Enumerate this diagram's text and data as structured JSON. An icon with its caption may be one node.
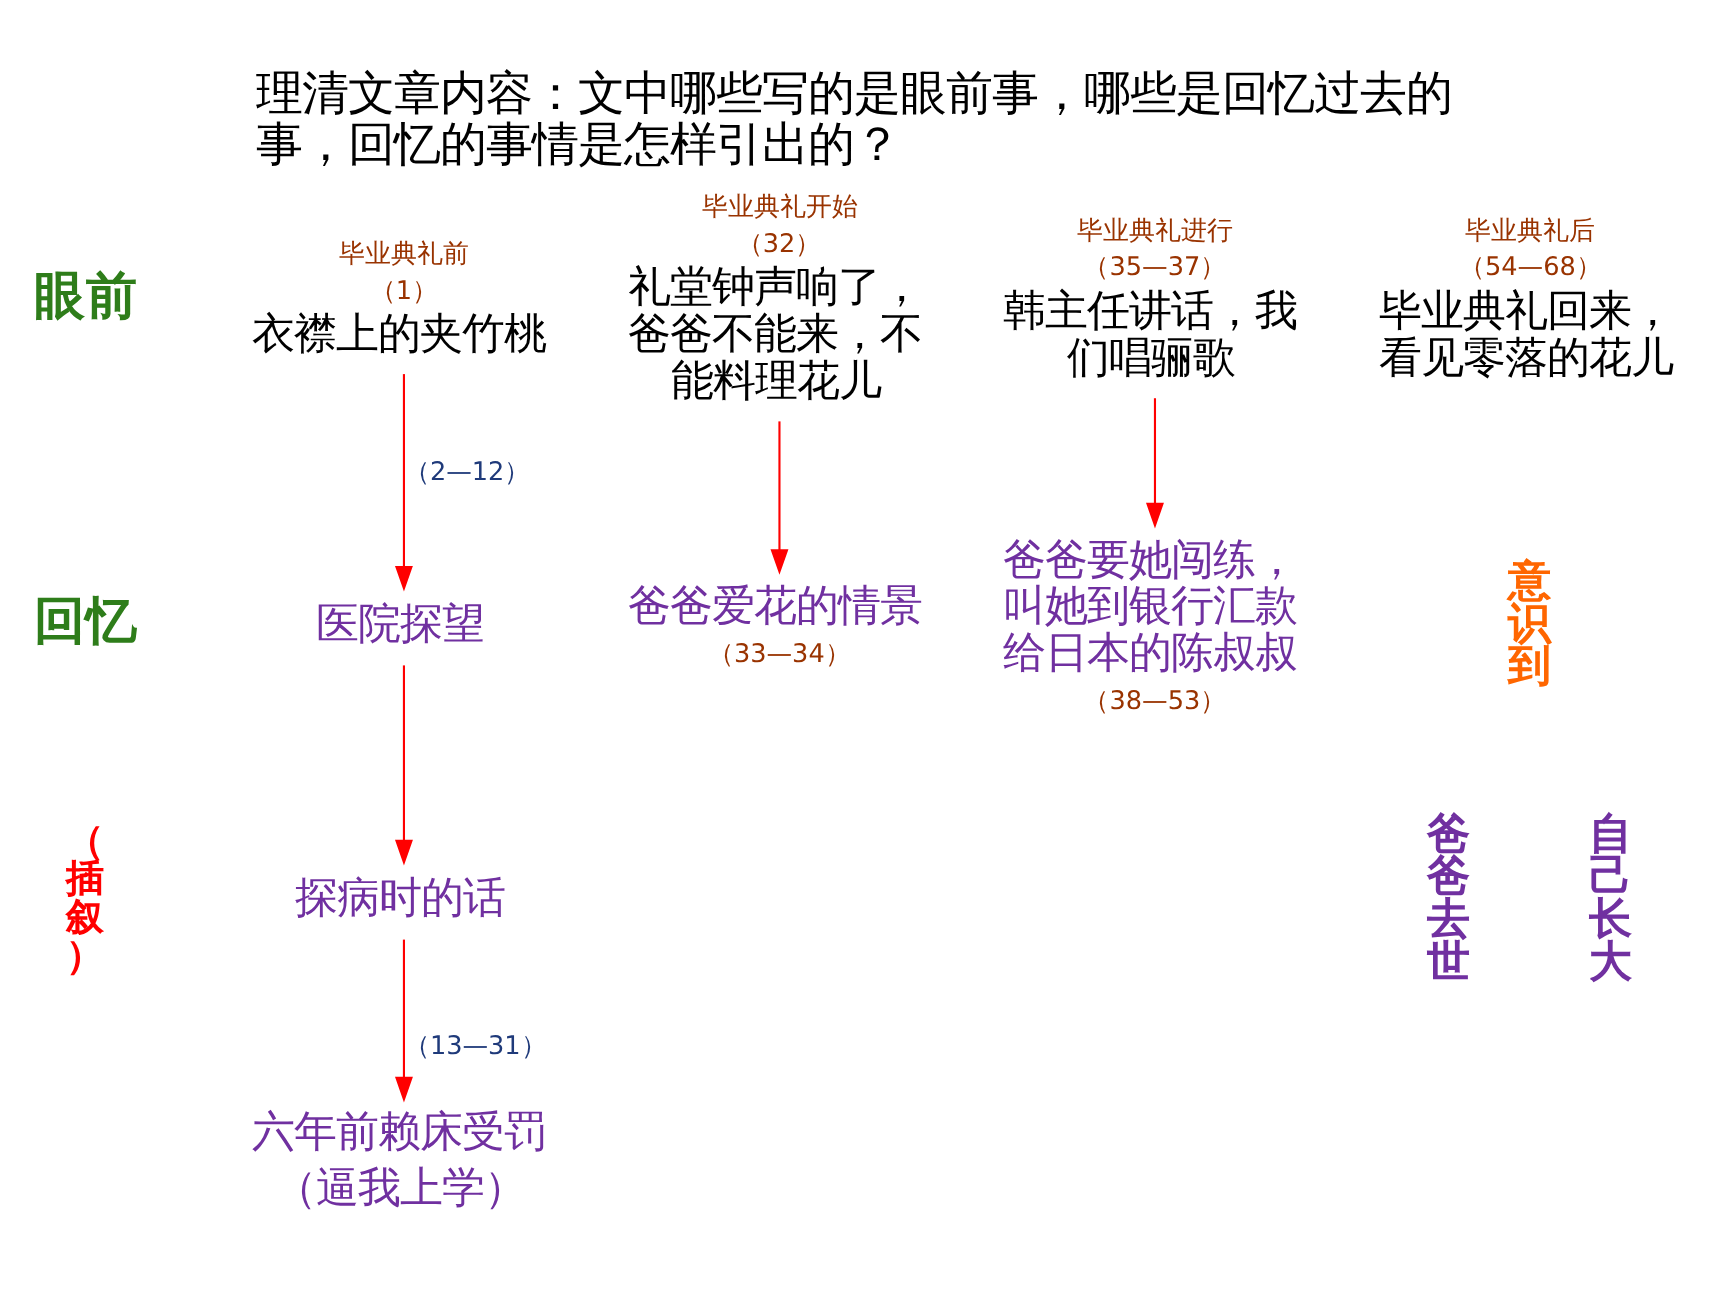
{
  "diagram": {
    "title": "理清文章内容：文中哪些写的是眼前事，哪些是回忆过去的事，回忆的事情是怎样引出的？",
    "nodes": [
      {
        "text": [
          "衣襟上的夹竹桃"
        ],
        "beside": [
          "毕业典礼前",
          "（1）"
        ]
      },
      {
        "text": [
          "礼堂钟声响了，爸爸不能来，不能料理花儿"
        ],
        "beside": [
          "毕业典礼开始",
          "（32）"
        ]
      },
      {
        "text": [
          "韩主任讲话，我们唱骊歌"
        ],
        "beside": [
          "毕业典礼进行",
          "（35—37）"
        ]
      },
      {
        "text": [
          "毕业典礼回来，看见零落的花儿"
        ],
        "beside": [
          "毕业典礼后",
          "（54—68）"
        ]
      },
      {
        "text": [
          "医院探望"
        ]
      },
      {
        "text": [
          "探病时的话"
        ]
      },
      {
        "text": [
          "六年前赖床受罚",
          "（逼我上学）"
        ]
      },
      {
        "text": [
          "爸爸爱花的情景"
        ],
        "beside": [
          "（33—34）"
        ]
      },
      {
        "text": [
          "爸爸要她闯练，叫她到银行汇款给日本的陈叔叔"
        ],
        "beside": [
          "（38—53）"
        ]
      }
    ],
    "edges": [
      {
        "from": 0,
        "to": 4,
        "arrow": "to",
        "label": "（2—12）"
      },
      {
        "from": 4,
        "to": 5,
        "arrow": "to"
      },
      {
        "from": 5,
        "to": 6,
        "arrow": "to",
        "label": "（13—31）"
      },
      {
        "from": 1,
        "to": 7,
        "arrow": "to"
      },
      {
        "from": 2,
        "to": 8,
        "arrow": "to"
      }
    ],
    "labels": [
      "眼前",
      "回忆",
      "（插叙）",
      "意识到",
      "爸爸去世",
      "自己长大"
    ]
  }
}
